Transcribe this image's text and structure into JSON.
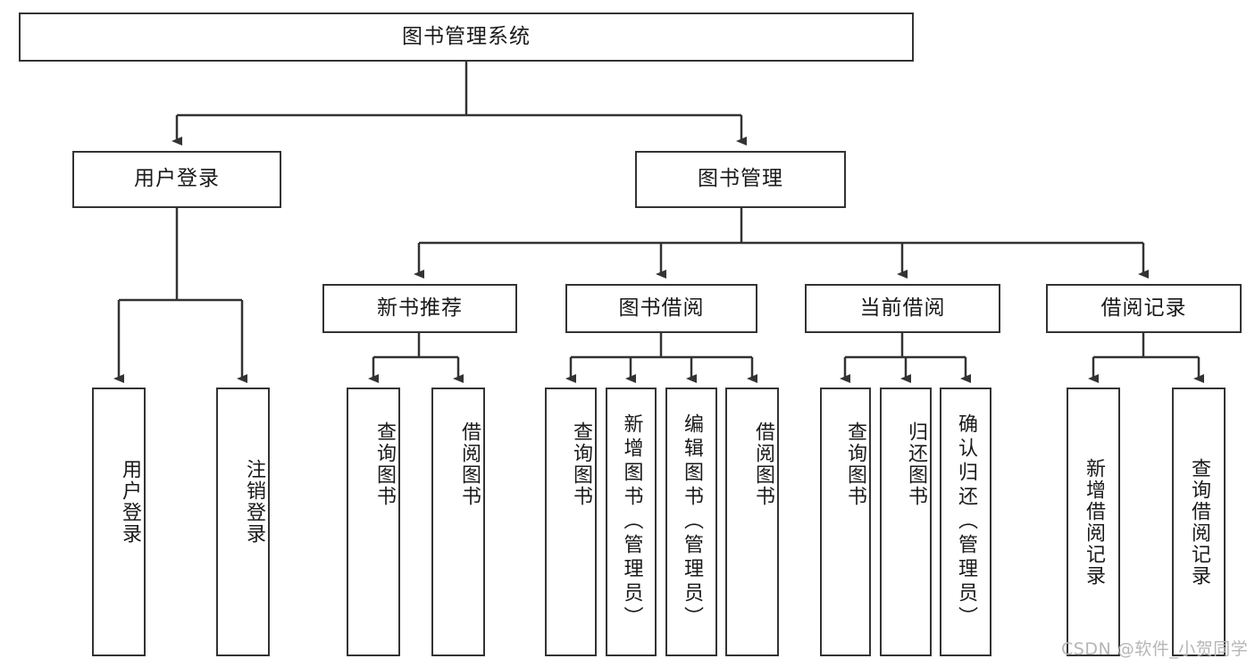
{
  "diagram": {
    "title_node": "图书管理系统",
    "level2": [
      {
        "label": "用户登录"
      },
      {
        "label": "图书管理"
      }
    ],
    "level3": [
      {
        "label": "新书推荐"
      },
      {
        "label": "图书借阅"
      },
      {
        "label": "当前借阅"
      },
      {
        "label": "借阅记录"
      }
    ],
    "leaves": [
      {
        "label": "用户登录"
      },
      {
        "label": "注销登录"
      },
      {
        "label": "查询图书"
      },
      {
        "label": "借阅图书"
      },
      {
        "label": "查询图书"
      },
      {
        "label": "新增图书（管理员）"
      },
      {
        "label": "编辑图书（管理员）"
      },
      {
        "label": "借阅图书"
      },
      {
        "label": "查询图书"
      },
      {
        "label": "归还图书"
      },
      {
        "label": "确认归还（管理员）"
      },
      {
        "label": "新增借阅记录"
      },
      {
        "label": "查询借阅记录"
      }
    ],
    "watermark": "CSDN @软件_小贺同学",
    "colors": {
      "stroke": "#333333",
      "text": "#1a1a1a",
      "background": "#ffffff",
      "watermark": "#b6b6b6"
    }
  }
}
